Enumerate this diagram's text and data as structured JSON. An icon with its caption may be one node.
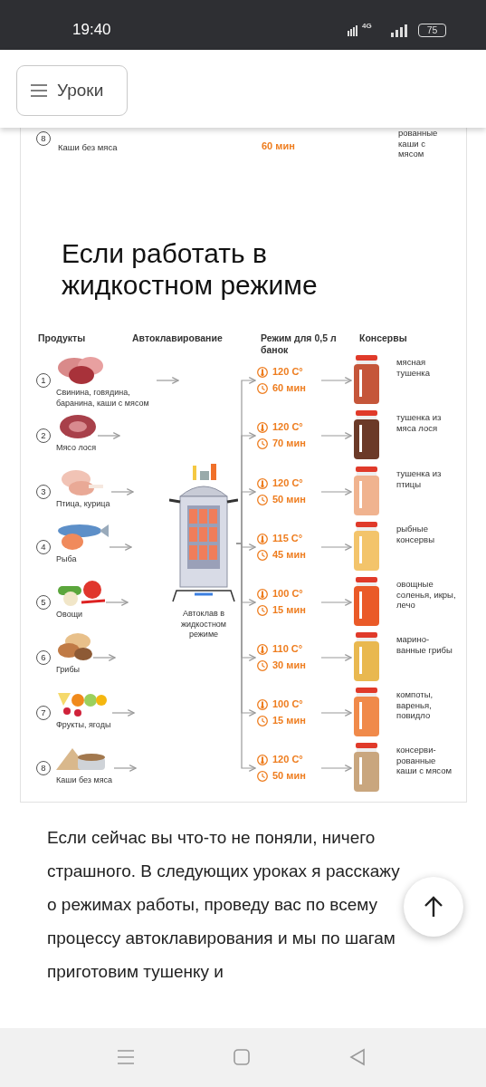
{
  "diagram": {
    "title": "Если работать в жидкостном режиме",
    "nodes": [
      {
        "text": [
          "Свинина, говядина, баранина, каши с мясом"
        ],
        "beside": [
          "1"
        ]
      },
      {
        "text": [
          "Мясо лося"
        ],
        "beside": [
          "2"
        ]
      },
      {
        "text": [
          "Птица, курица"
        ],
        "beside": [
          "3"
        ]
      },
      {
        "text": [
          "Рыба"
        ],
        "beside": [
          "4"
        ]
      },
      {
        "text": [
          "Овощи"
        ],
        "beside": [
          "5"
        ]
      },
      {
        "text": [
          "Грибы"
        ],
        "beside": [
          "6"
        ]
      },
      {
        "text": [
          "Фрукты, ягоды"
        ],
        "beside": [
          "7"
        ]
      },
      {
        "text": [
          "Каши без мяса"
        ],
        "beside": [
          "8"
        ]
      },
      {
        "text": [
          "Автоклав в жидкостном режиме"
        ]
      },
      {
        "text": [
          "120 C°",
          "60 мин"
        ]
      },
      {
        "text": [
          "120 C°",
          "70 мин"
        ]
      },
      {
        "text": [
          "120 C°",
          "50 мин"
        ]
      },
      {
        "text": [
          "115 C°",
          "45 мин"
        ]
      },
      {
        "text": [
          "100 C°",
          "15 мин"
        ]
      },
      {
        "text": [
          "110 C°",
          "30 мин"
        ]
      },
      {
        "text": [
          "100 C°",
          "15 мин"
        ]
      },
      {
        "text": [
          "120 C°",
          "50 мин"
        ]
      },
      {
        "text": [
          "мясная тушенка"
        ]
      },
      {
        "text": [
          "тушенка из мяса лося"
        ]
      },
      {
        "text": [
          "тушенка из птицы"
        ]
      },
      {
        "text": [
          "рыбные консервы"
        ]
      },
      {
        "text": [
          "овощные соленья, икры, лечо"
        ]
      },
      {
        "text": [
          "марино-ванные грибы"
        ]
      },
      {
        "text": [
          "компоты, варенья, повидло"
        ]
      },
      {
        "text": [
          "консерви-рованные каши с мясом"
        ]
      }
    ],
    "edges": [
      {
        "from": 0,
        "to": null,
        "arrow": "to"
      },
      {
        "from": 1,
        "to": null,
        "arrow": "to"
      },
      {
        "from": 2,
        "to": null,
        "arrow": "to"
      },
      {
        "from": 3,
        "to": null,
        "arrow": "to"
      },
      {
        "from": 4,
        "to": null,
        "arrow": "to"
      },
      {
        "from": 5,
        "to": null,
        "arrow": "to"
      },
      {
        "from": 6,
        "to": null,
        "arrow": "to"
      },
      {
        "from": 7,
        "to": null,
        "arrow": "to"
      },
      {
        "from": 8,
        "to": 9,
        "arrow": "to"
      },
      {
        "from": 8,
        "to": 10,
        "arrow": "to"
      },
      {
        "from": 8,
        "to": 11,
        "arrow": "to"
      },
      {
        "from": 8,
        "to": 12,
        "arrow": "to"
      },
      {
        "from": 8,
        "to": 13,
        "arrow": "to"
      },
      {
        "from": 8,
        "to": 14,
        "arrow": "to"
      },
      {
        "from": 8,
        "to": 15,
        "arrow": "to"
      },
      {
        "from": 8,
        "to": 16,
        "arrow": "to"
      },
      {
        "from": 9,
        "to": 17,
        "arrow": "to"
      },
      {
        "from": 10,
        "to": 18,
        "arrow": "to"
      },
      {
        "from": 11,
        "to": 19,
        "arrow": "to"
      },
      {
        "from": 12,
        "to": 20,
        "arrow": "to"
      },
      {
        "from": 13,
        "to": 21,
        "arrow": "to"
      },
      {
        "from": 14,
        "to": 22,
        "arrow": "to"
      },
      {
        "from": 15,
        "to": 23,
        "arrow": "to"
      },
      {
        "from": 16,
        "to": 24,
        "arrow": "to"
      }
    ],
    "labels": [
      "19:40",
      "4G",
      "75",
      "Уроки",
      "8",
      "Каши без мяса",
      "60 мин",
      "рованные каши с мясом",
      "Продукты",
      "Автоклавирование",
      "Режим для 0,5 л банок",
      "Консервы",
      "Если сейчас вы что-то не поняли, ничего страшного. В следующих уроках я расскажу о режимах работы, проведу вас по всему процессу автоклавирования и мы по шагам приготовим тушенку и"
    ]
  }
}
